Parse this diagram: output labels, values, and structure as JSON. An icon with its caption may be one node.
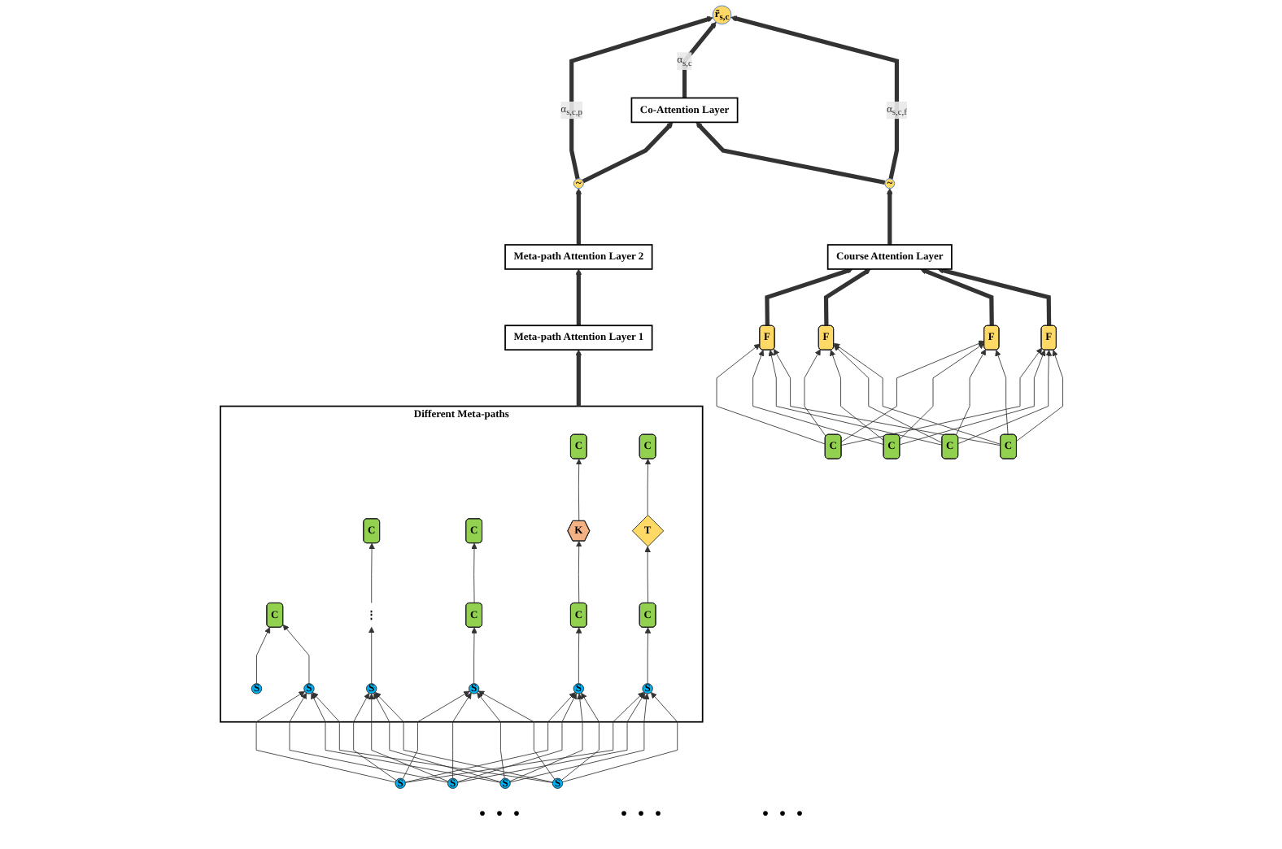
{
  "diagram": {
    "nodes": [
      {
        "text": [
          "Meta-path Attention Layer 2"
        ]
      },
      {
        "text": [
          "Meta-path Attention Layer 1"
        ]
      },
      {
        "text": [
          "Different Meta-paths"
        ]
      },
      {
        "text": [
          "C"
        ],
        "in": 2
      },
      {
        "text": [
          "C"
        ],
        "in": 2
      },
      {
        "text": [
          "C"
        ],
        "in": 2
      },
      {
        "text": [
          "S"
        ],
        "in": 2
      },
      {
        "text": [
          "C"
        ],
        "in": 2
      },
      {
        "text": [
          "K"
        ],
        "in": 2
      },
      {
        "text": [
          "T"
        ],
        "in": 2
      },
      {
        "text": [
          "C"
        ],
        "in": 2
      },
      {
        "text": [
          "C"
        ],
        "in": 2
      },
      {
        "text": [
          "C"
        ],
        "in": 2
      },
      {
        "text": [
          "C"
        ],
        "in": 2
      },
      {
        "text": [
          "S"
        ],
        "in": 2
      },
      {
        "text": [
          "S"
        ],
        "in": 2
      },
      {
        "text": [
          "S"
        ],
        "in": 2
      },
      {
        "text": [
          "S"
        ],
        "in": 2
      },
      {
        "text": [
          "S"
        ],
        "in": 2
      },
      {
        "text": [
          "⋮"
        ],
        "in": 2
      },
      {
        "text": [
          "S"
        ]
      },
      {
        "text": [
          "S"
        ]
      },
      {
        "text": [
          "S"
        ]
      },
      {
        "text": [
          "S"
        ]
      },
      {
        "text": [
          "~"
        ]
      },
      {
        "text": [
          "r̃$_{s,c}$"
        ]
      },
      {
        "text": [
          "Co-Attention Layer"
        ]
      },
      {
        "text": [
          "~"
        ]
      },
      {
        "text": [
          "Course Attention Layer"
        ]
      },
      {
        "text": [
          "F"
        ]
      },
      {
        "text": [
          "F"
        ]
      },
      {
        "text": [
          "F"
        ]
      },
      {
        "text": [
          "F"
        ]
      },
      {
        "text": [
          "C"
        ]
      },
      {
        "text": [
          "C"
        ]
      },
      {
        "text": [
          "C"
        ]
      },
      {
        "text": [
          "C"
        ]
      }
    ],
    "edges": [
      {
        "from": 1,
        "to": 0,
        "arrow": "to",
        "style": "thick"
      },
      {
        "from": 2,
        "to": 1,
        "arrow": "to",
        "style": "thick"
      },
      {
        "from": 0,
        "to": 24,
        "arrow": "to",
        "style": "thick"
      },
      {
        "from": 24,
        "to": 25,
        "arrow": "to",
        "style": "thick",
        "label": "α$_{s,c,p}$"
      },
      {
        "from": 24,
        "to": 26,
        "arrow": "to",
        "style": "thick"
      },
      {
        "from": 26,
        "to": 25,
        "arrow": "to",
        "style": "thick",
        "label": "α$_{s,c}$"
      },
      {
        "from": 27,
        "to": 25,
        "arrow": "to",
        "style": "thick",
        "label": "α$_{s,c,f}$"
      },
      {
        "from": 27,
        "to": 26,
        "arrow": "to",
        "style": "thick"
      },
      {
        "from": 28,
        "to": 27,
        "arrow": "to",
        "style": "thick"
      },
      {
        "from": 29,
        "to": 28,
        "arrow": "to",
        "style": "thick"
      },
      {
        "from": 30,
        "to": 28,
        "arrow": "to",
        "style": "thick"
      },
      {
        "from": 31,
        "to": 28,
        "arrow": "to",
        "style": "thick"
      },
      {
        "from": 32,
        "to": 28,
        "arrow": "to",
        "style": "thick"
      },
      {
        "from": 6,
        "to": 10,
        "arrow": "to"
      },
      {
        "from": 14,
        "to": 10,
        "arrow": "to"
      },
      {
        "from": 15,
        "to": 11,
        "arrow": "to"
      },
      {
        "from": 11,
        "to": 7,
        "arrow": "to"
      },
      {
        "from": 16,
        "to": 12,
        "arrow": "to"
      },
      {
        "from": 12,
        "to": 8,
        "arrow": "to"
      },
      {
        "from": 8,
        "to": 3,
        "arrow": "to"
      },
      {
        "from": 17,
        "to": 13,
        "arrow": "to"
      },
      {
        "from": 13,
        "to": 9,
        "arrow": "to"
      },
      {
        "from": 9,
        "to": 4,
        "arrow": "to"
      },
      {
        "from": 18,
        "to": 19,
        "arrow": "to"
      },
      {
        "from": 19,
        "to": 5,
        "arrow": "to"
      },
      {
        "from": 20,
        "to": 14,
        "arrow": "to"
      },
      {
        "from": 20,
        "to": 15,
        "arrow": "to"
      },
      {
        "from": 20,
        "to": 16,
        "arrow": "to"
      },
      {
        "from": 20,
        "to": 17,
        "arrow": "to"
      },
      {
        "from": 20,
        "to": 18,
        "arrow": "to"
      },
      {
        "from": 21,
        "to": 14,
        "arrow": "to"
      },
      {
        "from": 21,
        "to": 15,
        "arrow": "to"
      },
      {
        "from": 21,
        "to": 16,
        "arrow": "to"
      },
      {
        "from": 21,
        "to": 17,
        "arrow": "to"
      },
      {
        "from": 21,
        "to": 18,
        "arrow": "to"
      },
      {
        "from": 22,
        "to": 14,
        "arrow": "to"
      },
      {
        "from": 22,
        "to": 15,
        "arrow": "to"
      },
      {
        "from": 22,
        "to": 16,
        "arrow": "to"
      },
      {
        "from": 22,
        "to": 17,
        "arrow": "to"
      },
      {
        "from": 22,
        "to": 18,
        "arrow": "to"
      },
      {
        "from": 23,
        "to": 14,
        "arrow": "to"
      },
      {
        "from": 23,
        "to": 15,
        "arrow": "to"
      },
      {
        "from": 23,
        "to": 16,
        "arrow": "to"
      },
      {
        "from": 23,
        "to": 17,
        "arrow": "to"
      },
      {
        "from": 23,
        "to": 18,
        "arrow": "to"
      },
      {
        "from": 33,
        "to": 29,
        "arrow": "to"
      },
      {
        "from": 33,
        "to": 30,
        "arrow": "to"
      },
      {
        "from": 33,
        "to": 31,
        "arrow": "to"
      },
      {
        "from": 33,
        "to": 32,
        "arrow": "to"
      },
      {
        "from": 34,
        "to": 29,
        "arrow": "to"
      },
      {
        "from": 34,
        "to": 30,
        "arrow": "to"
      },
      {
        "from": 34,
        "to": 31,
        "arrow": "to"
      },
      {
        "from": 34,
        "to": 32,
        "arrow": "to"
      },
      {
        "from": 35,
        "to": 29,
        "arrow": "to"
      },
      {
        "from": 35,
        "to": 30,
        "arrow": "to"
      },
      {
        "from": 35,
        "to": 31,
        "arrow": "to"
      },
      {
        "from": 35,
        "to": 32,
        "arrow": "to"
      },
      {
        "from": 36,
        "to": 29,
        "arrow": "to"
      },
      {
        "from": 36,
        "to": 30,
        "arrow": "to"
      },
      {
        "from": 36,
        "to": 31,
        "arrow": "to"
      },
      {
        "from": 36,
        "to": 32,
        "arrow": "to"
      }
    ],
    "labels": [
      "· · ·",
      "· · ·",
      "· · ·"
    ]
  }
}
